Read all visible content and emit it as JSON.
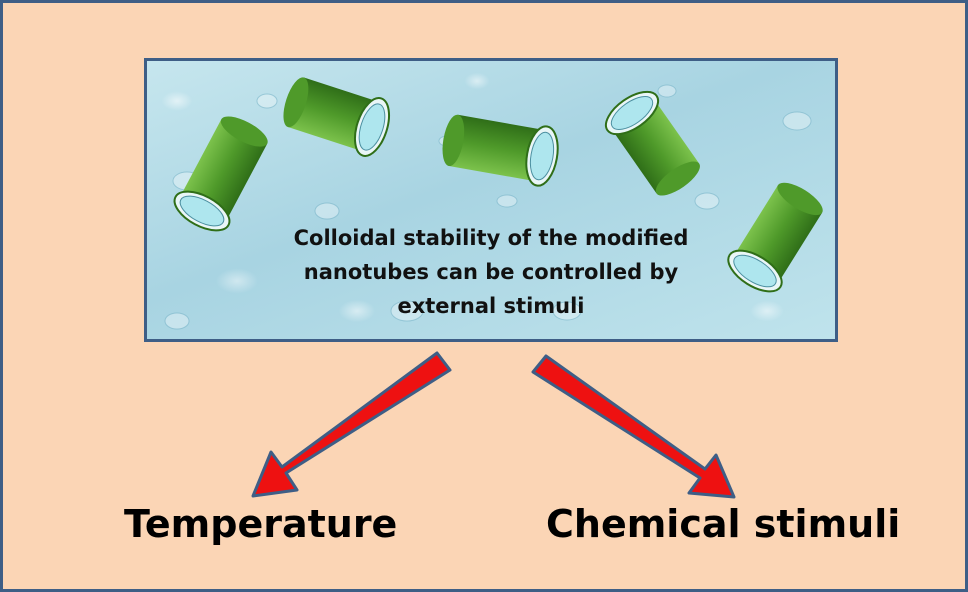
{
  "diagram": {
    "caption_lines": [
      "Colloidal stability of the modified",
      "nanotubes can be controlled by",
      "external stimuli"
    ],
    "stimuli": [
      "Temperature",
      "Chemical stimuli"
    ],
    "colors": {
      "background": "#fbd5b5",
      "border": "#3e5e86",
      "nanotube": "#5aa332",
      "arrow_fill": "#ee1111",
      "arrow_outline": "#3e5e86"
    }
  }
}
